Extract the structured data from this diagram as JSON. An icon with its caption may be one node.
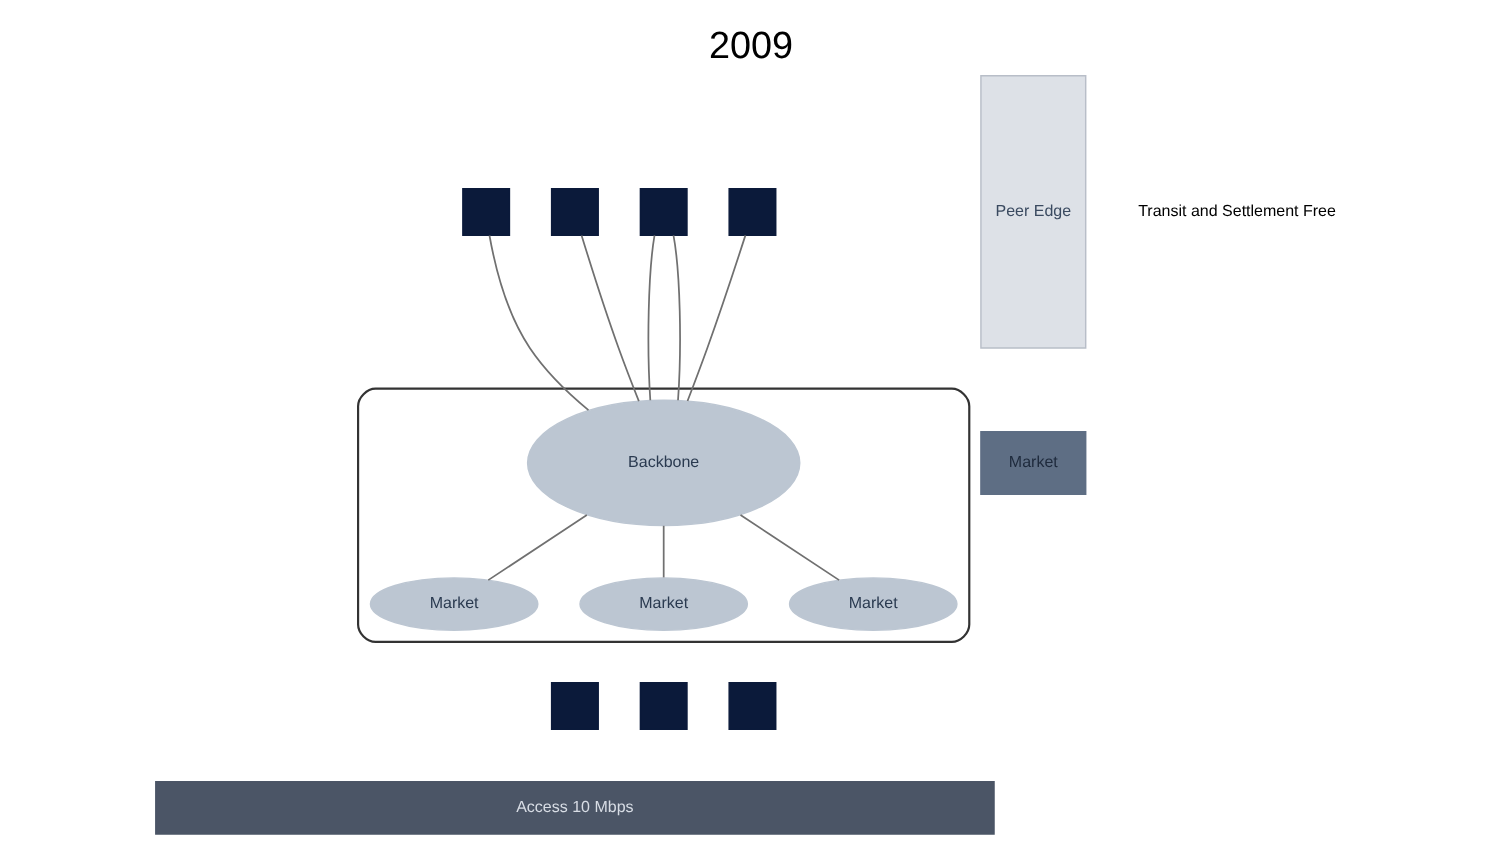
{
  "diagram": {
    "title": "2009",
    "nodes": [
      {
        "text": [],
        "shape": "ellipse"
      },
      {
        "text": [
          "Peer Edge"
        ]
      },
      {
        "text": [
          "Market"
        ]
      },
      {
        "text": [],
        "shape": "box"
      },
      {
        "text": [],
        "shape": "box"
      },
      {
        "text": [],
        "shape": "box"
      },
      {
        "text": [],
        "shape": "box"
      },
      {
        "text": [
          "Backbone"
        ],
        "in": 0
      },
      {
        "text": [
          "Market"
        ],
        "in": 0
      },
      {
        "text": [
          "Market"
        ],
        "in": 0
      },
      {
        "text": [
          "Market"
        ],
        "in": 0
      },
      {
        "text": [],
        "shape": "box"
      },
      {
        "text": [],
        "shape": "box"
      },
      {
        "text": [],
        "shape": "box"
      },
      {
        "text": [
          "Access 10 Mbps"
        ]
      }
    ],
    "edges": [
      {
        "from": 3,
        "to": 7,
        "arrow": "none"
      },
      {
        "from": 4,
        "to": 7,
        "arrow": "none"
      },
      {
        "from": 5,
        "to": 7,
        "arrow": "none"
      },
      {
        "from": 5,
        "to": 7,
        "arrow": "none"
      },
      {
        "from": 6,
        "to": 7,
        "arrow": "none"
      },
      {
        "from": 7,
        "to": 8,
        "arrow": "none"
      },
      {
        "from": 7,
        "to": 9,
        "arrow": "none"
      },
      {
        "from": 7,
        "to": 10,
        "arrow": "none"
      }
    ],
    "labels": [
      "Transit and Settlement Free"
    ]
  }
}
